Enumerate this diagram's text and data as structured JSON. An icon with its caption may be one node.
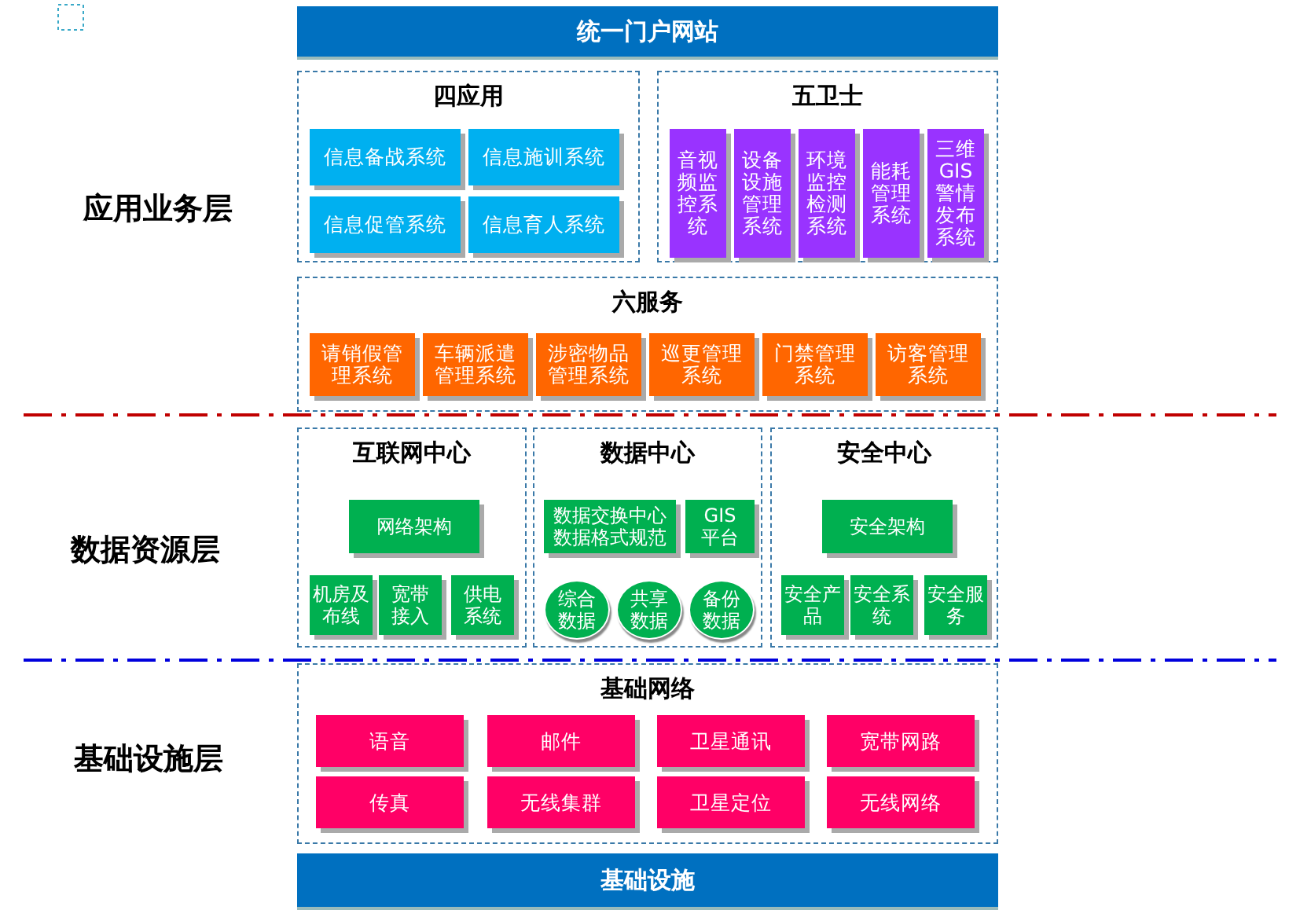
{
  "diagram": {
    "nodes": [
      {
        "text": [
          "统一门户网站"
        ]
      },
      {
        "text": [
          "四应用"
        ]
      },
      {
        "text": [
          "信息备战系统"
        ],
        "in": 1
      },
      {
        "text": [
          "信息施训系统"
        ],
        "in": 1
      },
      {
        "text": [
          "信息促管系统"
        ],
        "in": 1
      },
      {
        "text": [
          "信息育人系统"
        ],
        "in": 1
      },
      {
        "text": [
          "五卫士"
        ]
      },
      {
        "text": [
          "音视频监控系统"
        ],
        "in": 6
      },
      {
        "text": [
          "设备设施管理系统"
        ],
        "in": 6
      },
      {
        "text": [
          "环境监控检测系统"
        ],
        "in": 6
      },
      {
        "text": [
          "能耗管理系统"
        ],
        "in": 6
      },
      {
        "text": [
          "三维GIS警情发布系统"
        ],
        "in": 6
      },
      {
        "text": [
          "六服务"
        ]
      },
      {
        "text": [
          "请销假管理系统"
        ],
        "in": 12
      },
      {
        "text": [
          "车辆派遣管理系统"
        ],
        "in": 12
      },
      {
        "text": [
          "涉密物品管理系统"
        ],
        "in": 12
      },
      {
        "text": [
          "巡更管理系统"
        ],
        "in": 12
      },
      {
        "text": [
          "门禁管理系统"
        ],
        "in": 12
      },
      {
        "text": [
          "访客管理系统"
        ],
        "in": 12
      },
      {
        "text": [
          "互联网中心"
        ]
      },
      {
        "text": [
          "网络架构"
        ],
        "in": 19
      },
      {
        "text": [
          "机房及布线"
        ],
        "in": 19
      },
      {
        "text": [
          "宽带接入"
        ],
        "in": 19
      },
      {
        "text": [
          "供电系统"
        ],
        "in": 19
      },
      {
        "text": [
          "数据中心"
        ]
      },
      {
        "text": [
          "数据交换中心数据格式规范"
        ],
        "in": 24
      },
      {
        "text": [
          "GIS平台"
        ],
        "in": 24
      },
      {
        "text": [
          "综合数据"
        ],
        "in": 24
      },
      {
        "text": [
          "共享数据"
        ],
        "in": 24
      },
      {
        "text": [
          "备份数据"
        ],
        "in": 24
      },
      {
        "text": [
          "安全中心"
        ]
      },
      {
        "text": [
          "安全架构"
        ],
        "in": 30
      },
      {
        "text": [
          "安全产品"
        ],
        "in": 30
      },
      {
        "text": [
          "安全系统"
        ],
        "in": 30
      },
      {
        "text": [
          "安全服务"
        ],
        "in": 30
      },
      {
        "text": [
          "基础网络"
        ]
      },
      {
        "text": [
          "语音"
        ],
        "in": 35
      },
      {
        "text": [
          "邮件"
        ],
        "in": 35
      },
      {
        "text": [
          "卫星通讯"
        ],
        "in": 35
      },
      {
        "text": [
          "宽带网路"
        ],
        "in": 35
      },
      {
        "text": [
          "传真"
        ],
        "in": 35
      },
      {
        "text": [
          "无线集群"
        ],
        "in": 35
      },
      {
        "text": [
          "卫星定位"
        ],
        "in": 35
      },
      {
        "text": [
          "无线网络"
        ],
        "in": 35
      },
      {
        "text": [
          "基础设施"
        ]
      }
    ],
    "edges": [],
    "labels": [
      "应用业务层",
      "数据资源层",
      "基础设施层"
    ]
  }
}
